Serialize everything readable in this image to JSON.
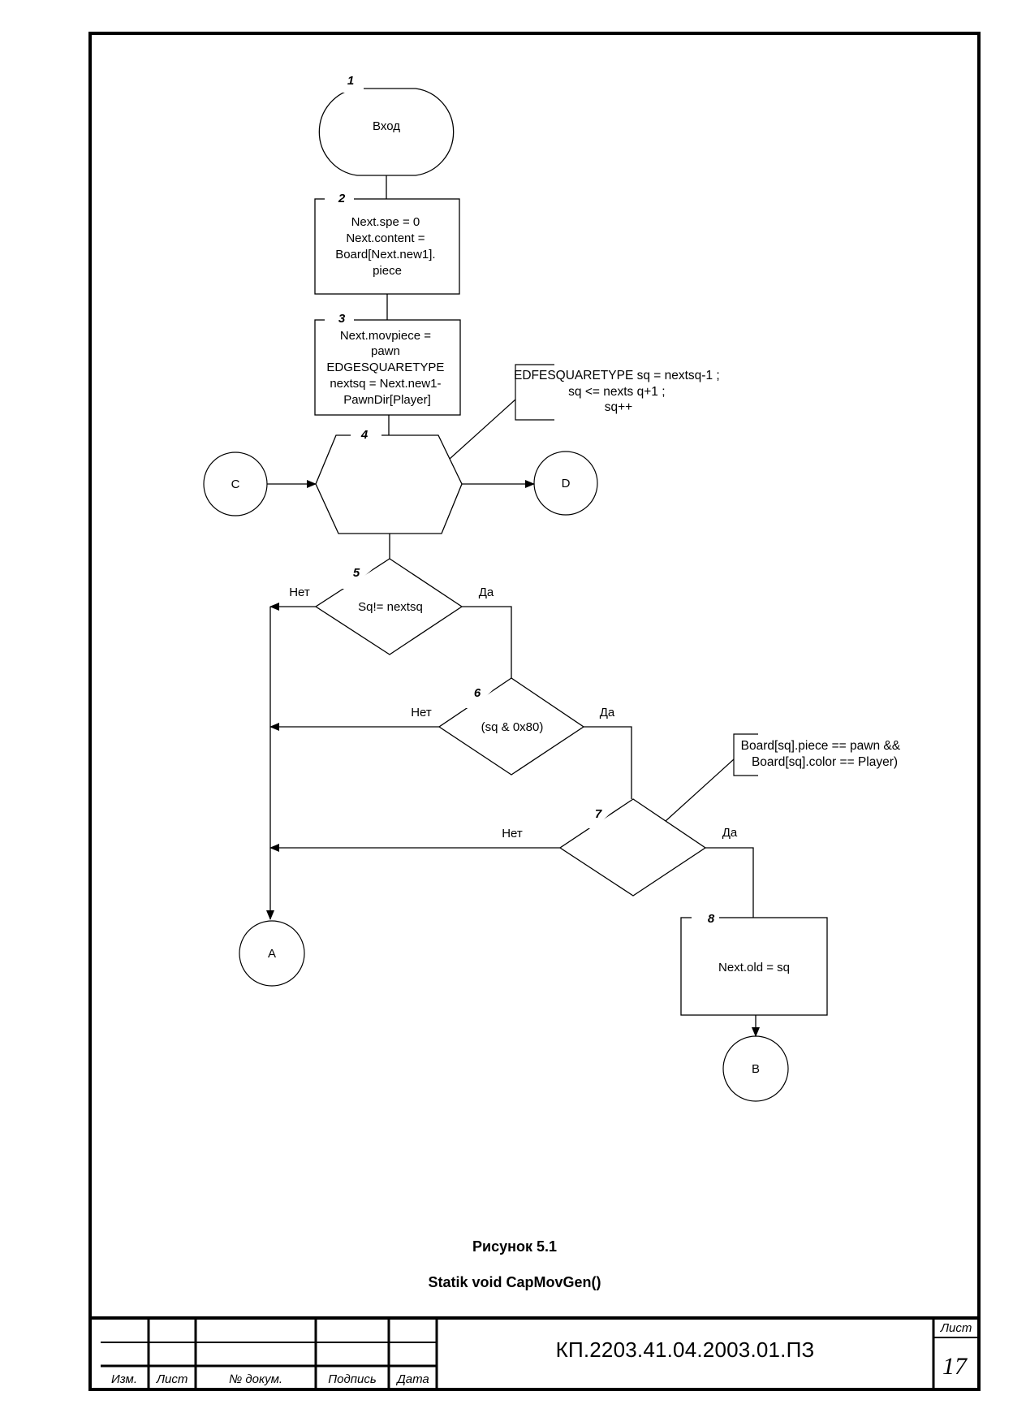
{
  "figure": {
    "caption": "Рисунок 5.1",
    "subtitle": "Statik void CapMovGen()"
  },
  "blocks": [
    {
      "id": "1",
      "type": "terminator",
      "lines": [
        "Вход"
      ]
    },
    {
      "id": "2",
      "type": "process",
      "lines": [
        "Next.spe = 0",
        "Next.content =",
        "Board[Next.new1].",
        "piece"
      ]
    },
    {
      "id": "3",
      "type": "process",
      "lines": [
        "Next.movpiece =",
        "pawn",
        "EDGESQUARETYPE",
        "nextsq = Next.new1-",
        "PawnDir[Player]"
      ]
    },
    {
      "id": "4",
      "type": "loop",
      "lines": []
    },
    {
      "id": "5",
      "type": "decision",
      "lines": [
        "Sq!= nextsq"
      ],
      "no_label": "Нет",
      "yes_label": "Да"
    },
    {
      "id": "6",
      "type": "decision",
      "lines": [
        "(sq & 0x80)"
      ],
      "no_label": "Нет",
      "yes_label": "Да"
    },
    {
      "id": "7",
      "type": "decision",
      "lines": [],
      "no_label": "Нет",
      "yes_label": "Да"
    },
    {
      "id": "8",
      "type": "process",
      "lines": [
        "Next.old = sq"
      ]
    }
  ],
  "comments": [
    {
      "attached_to": "4",
      "lines": [
        "EDFESQUARETYPE sq = nextsq-1 ;",
        "sq <= nexts q+1 ;",
        "sq++"
      ]
    },
    {
      "attached_to": "7",
      "lines": [
        "Board[sq].piece == pawn &&",
        "Board[sq].color == Player)"
      ]
    }
  ],
  "connectors": {
    "C": "C",
    "D": "D",
    "A": "A",
    "B": "B"
  },
  "title_block": {
    "columns": [
      "Изм.",
      "Лист",
      "№ докум.",
      "Подпись",
      "Дата"
    ],
    "document_code": "КП.2203.41.04.2003.01.ПЗ",
    "sheet_label": "Лист",
    "sheet_number": "17"
  }
}
